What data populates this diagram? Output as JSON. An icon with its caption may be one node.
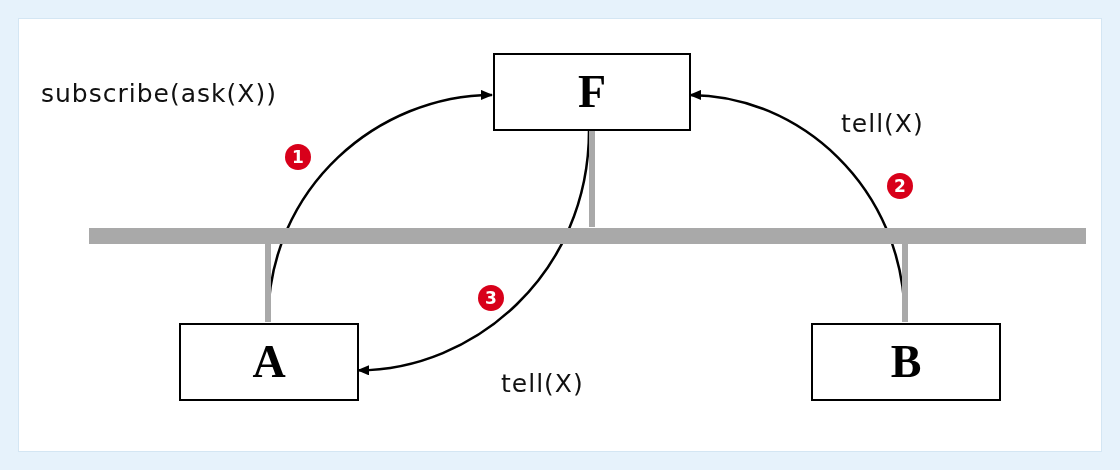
{
  "diagram": {
    "nodes": [
      {
        "text": [
          "F"
        ]
      },
      {
        "text": [],
        "shape": "bar"
      },
      {
        "text": [
          "A"
        ]
      },
      {
        "text": [
          "B"
        ]
      }
    ],
    "edges": [
      {
        "from": 2,
        "to": 0,
        "arrow": "to",
        "label": "subscribe(ask(X))"
      },
      {
        "from": 3,
        "to": 0,
        "arrow": "to",
        "label": "tell(X)"
      },
      {
        "from": 0,
        "to": 2,
        "arrow": "to",
        "label": "tell(X)"
      },
      {
        "from": 0,
        "to": 1,
        "arrow": "none",
        "style": "thick",
        "color": "#a9a9a9"
      },
      {
        "from": 2,
        "to": 1,
        "arrow": "none",
        "style": "thick",
        "color": "#a9a9a9"
      },
      {
        "from": 3,
        "to": 1,
        "arrow": "none",
        "style": "thick",
        "color": "#a9a9a9"
      }
    ],
    "labels": [
      "1",
      "2",
      "3"
    ]
  }
}
